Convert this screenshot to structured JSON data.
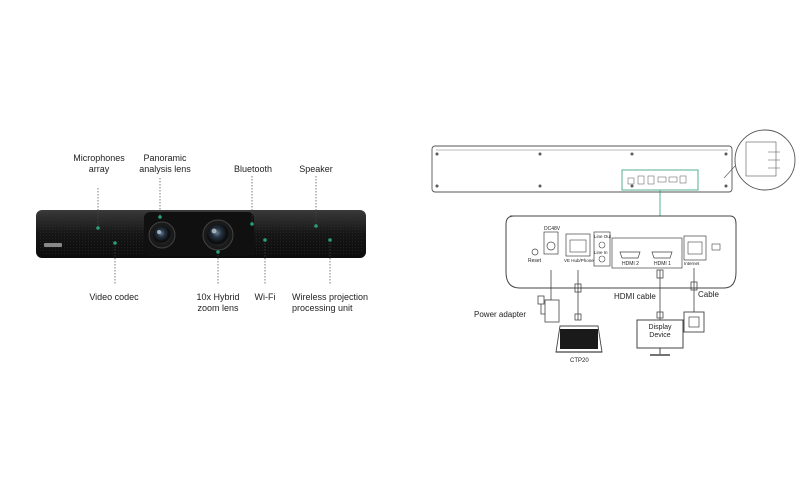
{
  "colors": {
    "accent": "#2a9d74",
    "device": "#1b1b1b",
    "line": "#444444"
  },
  "left_labels": {
    "microphones": "Microphones\narray",
    "panoramic": "Panoramic\nanalysis lens",
    "bluetooth": "Bluetooth",
    "speaker": "Speaker",
    "video_codec": "Video codec",
    "zoom_lens": "10x Hybrid\nzoom lens",
    "wifi": "Wi-Fi",
    "wireless": "Wireless projection\nprocessing unit"
  },
  "right_labels": {
    "power_adapter": "Power adapter",
    "ctp20": "CTP20",
    "hdmi_cable": "HDMI cable",
    "cable": "Cable",
    "display_device": "Display\nDevice"
  },
  "port_labels": {
    "reset": "Reset",
    "dc": "DC48V",
    "ve_hub": "VE Hub/Phone",
    "line_out": "Line Out",
    "line_in": "Line In",
    "hdmi2": "HDMI 2",
    "hdmi1": "HDMI 1",
    "internet": "Internet"
  },
  "icons": [
    "dc-polarity-icon",
    "lock-icon",
    "monitor-icon",
    "touch-panel-icon",
    "ethernet-jack-icon"
  ]
}
